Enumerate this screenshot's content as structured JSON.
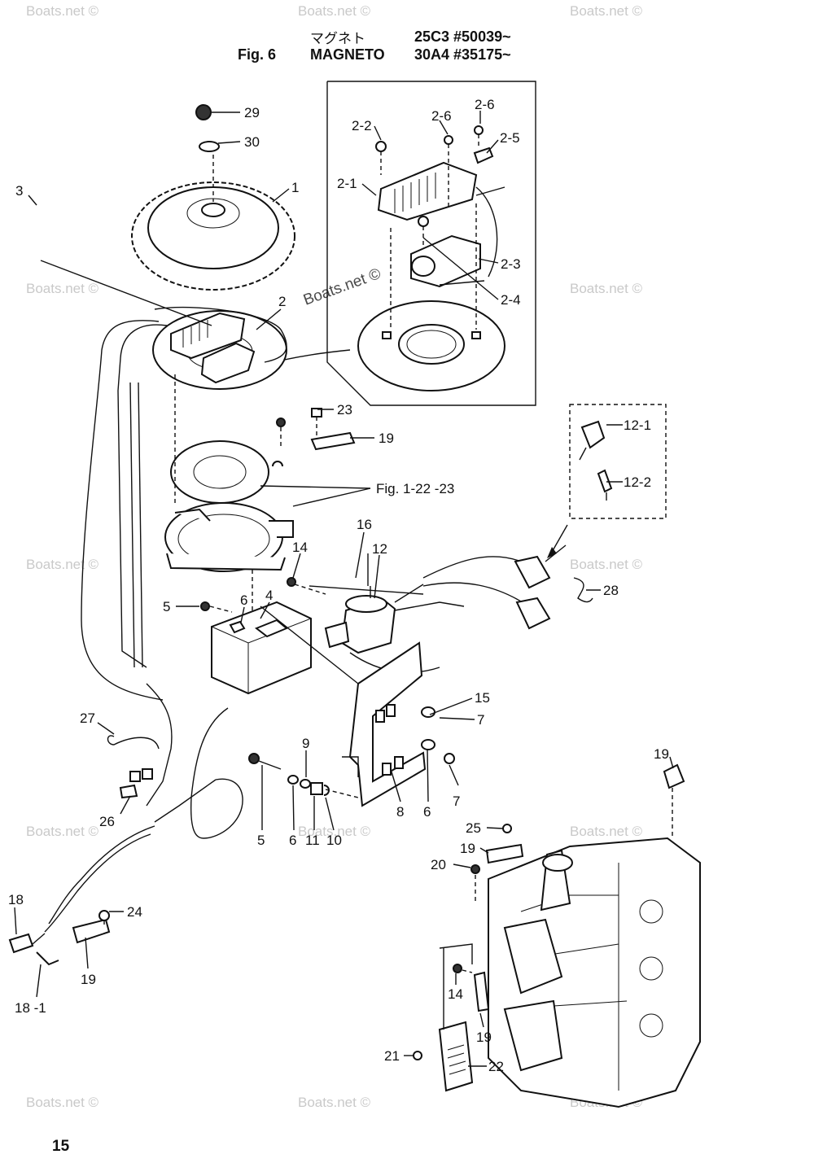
{
  "header": {
    "fig_label": "Fig. 6",
    "title_jp": "マグネト",
    "title_en": "MAGNETO",
    "serial_1": "25C3 #50039~",
    "serial_2": "30A4 #35175~"
  },
  "watermark": "Boats.net ©",
  "watermark_center": "Boats.net ©",
  "page_number": "15",
  "callouts": {
    "c29": "29",
    "c30": "30",
    "c3": "3",
    "c1": "1",
    "c2": "2",
    "c2_1": "2-1",
    "c2_2": "2-2",
    "c2_3": "2-3",
    "c2_4": "2-4",
    "c2_5": "2-5",
    "c2_6": "2-6",
    "c2_6b": "2-6",
    "c23": "23",
    "c19a": "19",
    "fig_ref": "Fig. 1-22 -23",
    "c12_1": "12-1",
    "c12_2": "12-2",
    "c28": "28",
    "c16": "16",
    "c12": "12",
    "c14a": "14",
    "c5a": "5",
    "c6a": "6",
    "c4": "4",
    "c15": "15",
    "c7a": "7",
    "c7b": "7",
    "c27": "27",
    "c9": "9",
    "c26": "26",
    "c5b": "5",
    "c6b": "6",
    "c11": "11",
    "c10": "10",
    "c8": "8",
    "c6c": "6",
    "c19b": "19",
    "c25": "25",
    "c19c": "19",
    "c20": "20",
    "c18": "18",
    "c24": "24",
    "c19d": "19",
    "c18_1": "18 -1",
    "c14b": "14",
    "c19e": "19",
    "c21": "21",
    "c22": "22"
  }
}
